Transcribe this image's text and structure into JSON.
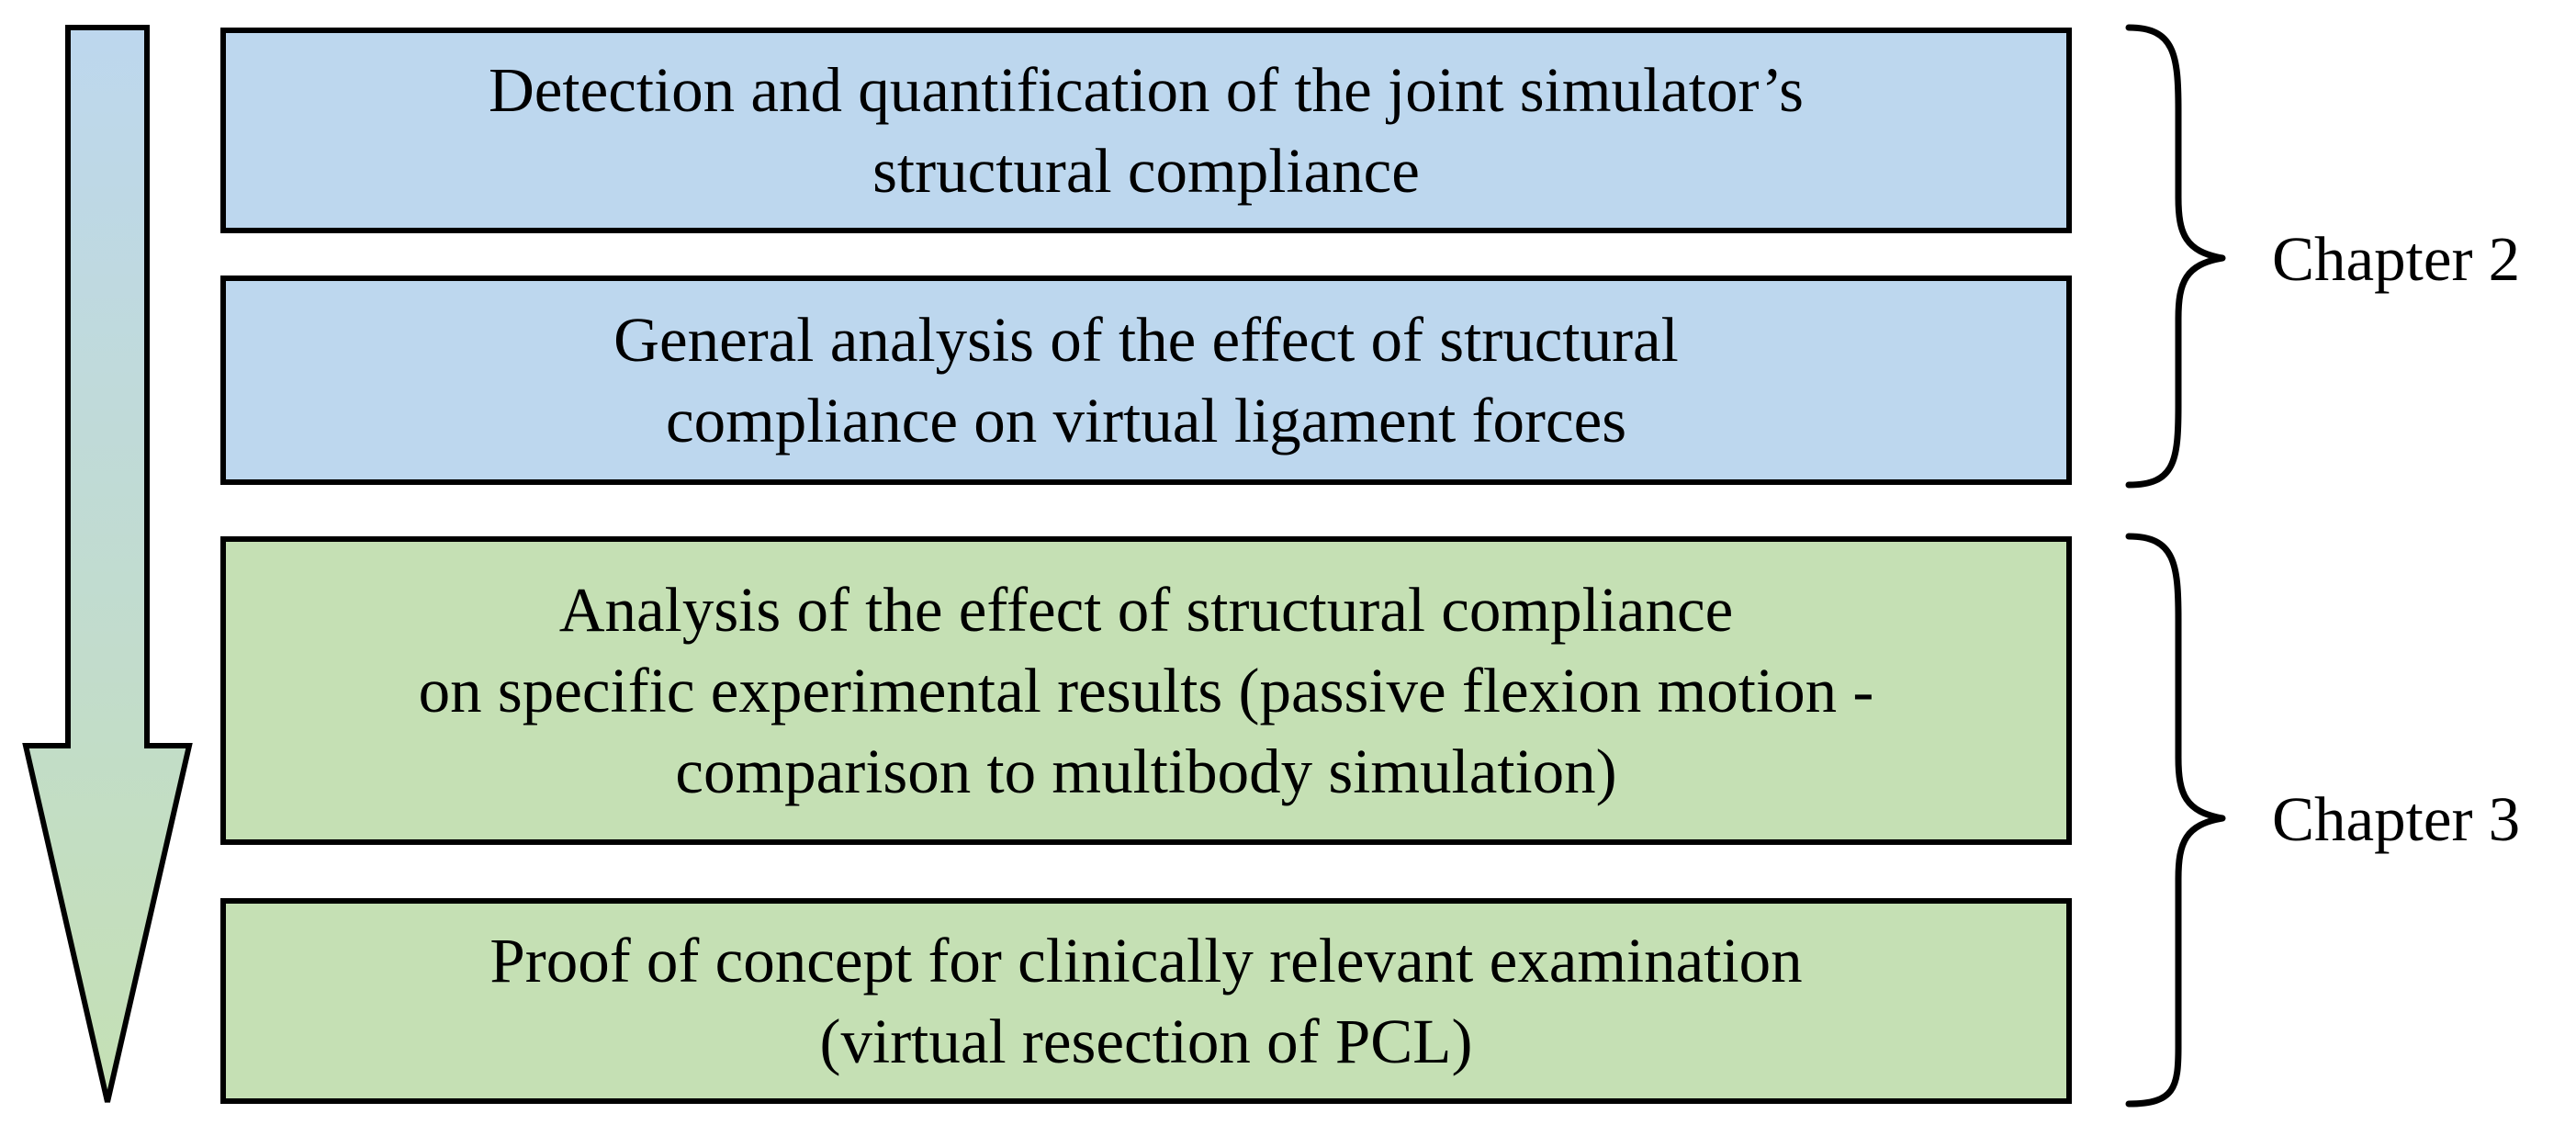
{
  "colors": {
    "blue_box": "#bdd7ee",
    "green_box": "#c5e0b4",
    "arrow_top": "#bdd7ee",
    "arrow_bottom": "#c5e0b4",
    "stroke": "#000000"
  },
  "steps": [
    {
      "lines": [
        "Detection and quantification of the joint simulator’s",
        "structural compliance"
      ],
      "color": "blue"
    },
    {
      "lines": [
        "General analysis of the effect of structural",
        "compliance on virtual ligament forces"
      ],
      "color": "blue"
    },
    {
      "lines": [
        "Analysis of the effect of structural compliance",
        "on specific experimental results (passive flexion motion -",
        "comparison to multibody simulation)"
      ],
      "color": "green"
    },
    {
      "lines": [
        "Proof of concept for clinically relevant examination",
        "(virtual resection of PCL)"
      ],
      "color": "green"
    }
  ],
  "chapters": [
    {
      "label": "Chapter 2"
    },
    {
      "label": "Chapter 3"
    }
  ]
}
